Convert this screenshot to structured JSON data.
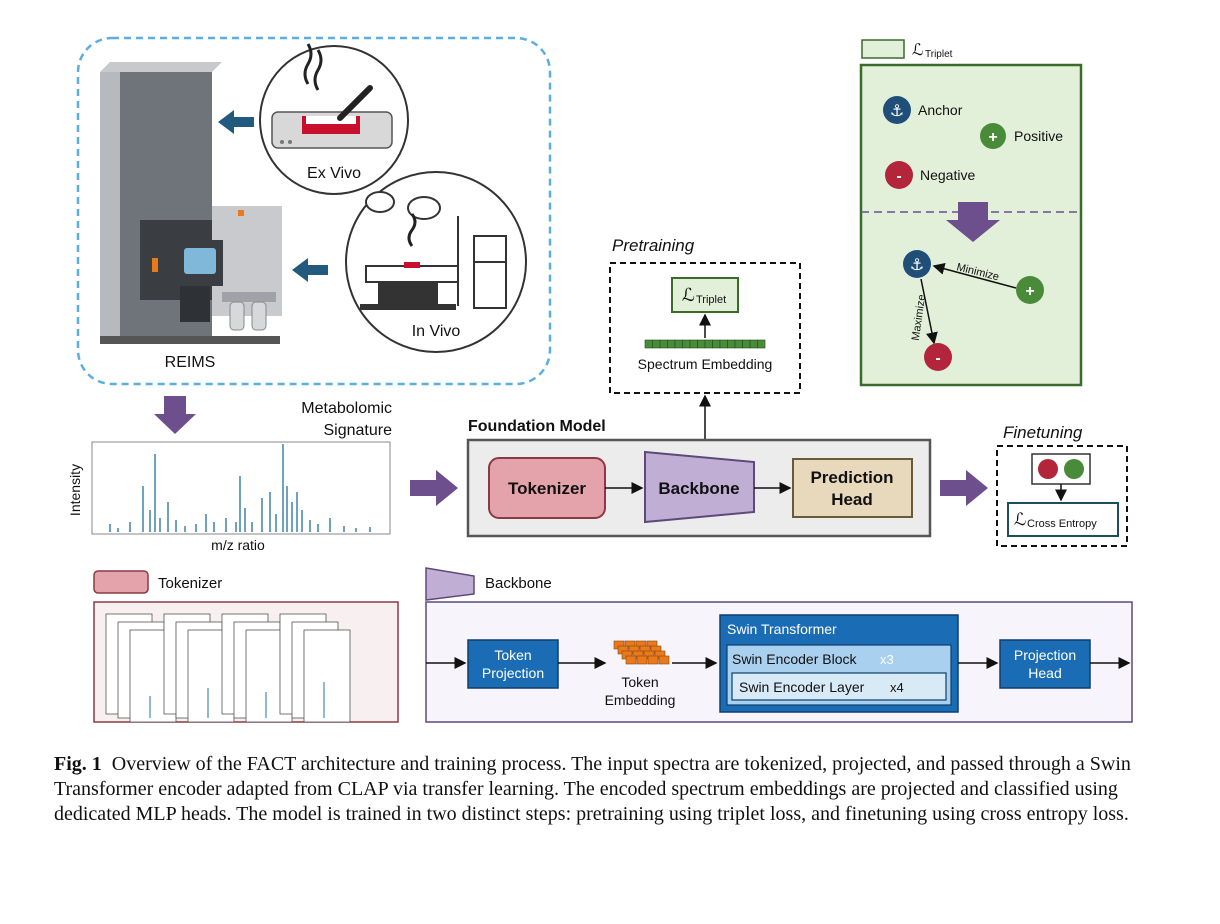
{
  "reims": {
    "reims_label": "REIMS",
    "ex_vivo_label": "Ex Vivo",
    "in_vivo_label": "In Vivo"
  },
  "spectrum": {
    "title_line1": "Metabolomic",
    "title_line2": "Signature",
    "ylabel": "Intensity",
    "xlabel": "m/z ratio"
  },
  "triplet_panel": {
    "legend_symbol": "ℒ",
    "legend_sub": "Triplet",
    "anchor_label": "Anchor",
    "positive_label": "Positive",
    "negative_label": "Negative",
    "minimize_label": "Minimize",
    "maximize_label": "Maximize",
    "plus_glyph": "+",
    "minus_glyph": "-"
  },
  "pretraining": {
    "title": "Pretraining",
    "loss_symbol": "ℒ",
    "loss_sub": "Triplet",
    "embedding_label": "Spectrum Embedding"
  },
  "foundation": {
    "title": "Foundation Model",
    "tokenizer": "Tokenizer",
    "backbone": "Backbone",
    "head_line1": "Prediction",
    "head_line2": "Head"
  },
  "finetuning": {
    "title": "Finetuning",
    "loss_symbol": "ℒ",
    "loss_sub": "Cross Entropy"
  },
  "tokenizer_legend": "Tokenizer",
  "backbone_legend": "Backbone",
  "backbone_detail": {
    "token_projection_line1": "Token",
    "token_projection_line2": "Projection",
    "token_embedding_line1": "Token",
    "token_embedding_line2": "Embedding",
    "swin_transformer": "Swin Transformer",
    "encoder_block": "Swin Encoder Block",
    "encoder_block_mult": "x3",
    "encoder_layer": "Swin Encoder Layer",
    "encoder_layer_mult": "x4",
    "projection_head_line1": "Projection",
    "projection_head_line2": "Head"
  },
  "caption": {
    "label": "Fig. 1",
    "text": "Overview of the FACT architecture and training process. The input spectra are tokenized, projected, and passed through a Swin Transformer encoder adapted from CLAP via transfer learning. The encoded spectrum embeddings are projected and classified using dedicated MLP heads. The model is trained in two distinct steps: pretraining using triplet loss, and finetuning using cross entropy loss."
  },
  "colors": {
    "arrow_purple": "#6d4f8e",
    "reims_border": "#5aaee0",
    "tokenizer_fill": "#e4a2aa",
    "backbone_fill": "#c0aed4",
    "head_fill": "#e8d9bd",
    "triplet_fill": "#e2efd9",
    "triplet_border": "#3b6b2b",
    "anchor_fill": "#1f4e79",
    "positive_fill": "#4a8b3a",
    "negative_fill": "#b2253a",
    "swin_fill": "#1a6db5",
    "swin_light": "#a9d0ee",
    "spectrum_line": "#4a8ab0",
    "token_orange": "#e87a1c"
  }
}
